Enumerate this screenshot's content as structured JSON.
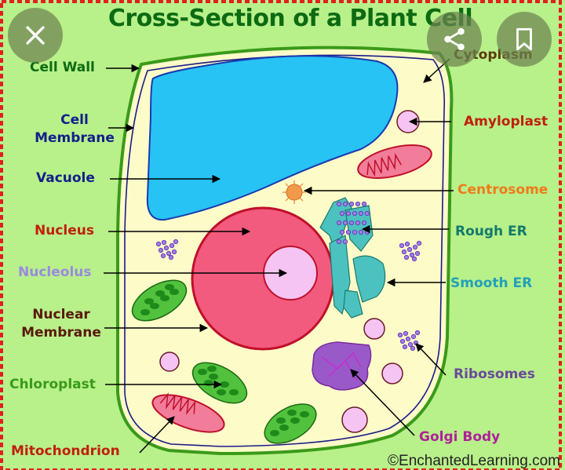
{
  "diagram": {
    "title": "Cross-Section of a Plant Cell",
    "copyright": "©EnchantedLearning.com",
    "colors": {
      "background": "#b8f08a",
      "border_dash": "#e02020",
      "cell_wall": "#3a9a1a",
      "cell_membrane": "#1a1a8a",
      "cytoplasm": "#fdfbc8",
      "vacuole": "#27c3f5",
      "nucleus": "#f25a7e",
      "nucleolus": "#f6c4f2",
      "chloroplast": "#52c23e",
      "mitochondrion": "#f27d9a",
      "er": "#4cc2c0",
      "golgi": "#9a59c8",
      "ribosome": "#8a4cc8",
      "centrosome": "#f39a4a"
    },
    "labels": {
      "cell_wall": "Cell Wall",
      "cell_membrane_1": "Cell",
      "cell_membrane_2": "Membrane",
      "vacuole": "Vacuole",
      "nucleus": "Nucleus",
      "nucleolus": "Nucleolus",
      "nuclear_membrane_1": "Nuclear",
      "nuclear_membrane_2": "Membrane",
      "chloroplast": "Chloroplast",
      "mitochondrion": "Mitochondrion",
      "cytoplasm": "Cytoplasm",
      "amyloplast": "Amyloplast",
      "centrosome": "Centrosome",
      "rough_er": "Rough ER",
      "smooth_er": "Smooth ER",
      "ribosomes": "Ribosomes",
      "golgi_body": "Golgi Body"
    },
    "label_colors": {
      "cell_wall": "#0c6b12",
      "cell_membrane": "#12208a",
      "vacuole": "#12208a",
      "nucleus": "#c0200c",
      "nucleolus": "#9a8ae0",
      "nuclear_membrane": "#5a1a0c",
      "chloroplast": "#3a9a1a",
      "mitochondrion": "#c0200c",
      "cytoplasm": "#5a3a0c",
      "amyloplast": "#c0200c",
      "centrosome": "#f07a1a",
      "rough_er": "#127a6a",
      "smooth_er": "#22a0b8",
      "ribosomes": "#6a4a9a",
      "golgi_body": "#b0209a"
    }
  },
  "viewer": {
    "close_icon": "close-icon",
    "share_icon": "share-icon",
    "bookmark_icon": "bookmark-icon"
  }
}
